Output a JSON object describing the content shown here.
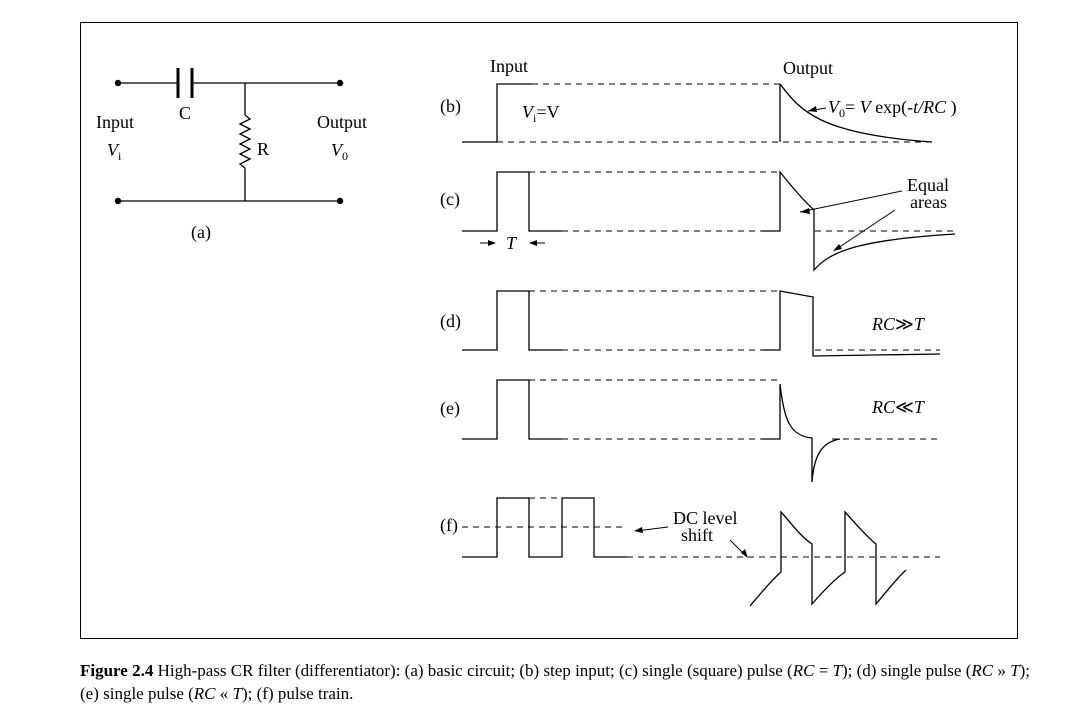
{
  "circuit": {
    "label_c": "C",
    "label_r": "R",
    "input": "Input",
    "input_sym": "V",
    "input_sub": "i",
    "output": "Output",
    "output_sym": "V",
    "output_sub": "0",
    "panel": "(a)"
  },
  "columns": {
    "input": "Input",
    "output": "Output"
  },
  "rows": {
    "b": {
      "label": "(b)",
      "vi_sym": "V",
      "vi_sub": "i",
      "vi_rest": "=V",
      "vo_sym": "V",
      "vo_sub": "0",
      "vo_eq": "= ",
      "vo_v": "V",
      "vo_exp": " exp(-",
      "vo_t": "t/RC",
      "vo_close": " )"
    },
    "c": {
      "label": "(c)",
      "t_label": "T",
      "equal": "Equal",
      "areas": "areas"
    },
    "d": {
      "label": "(d)",
      "note_rc": "RC",
      "note_rel": "≫",
      "note_t": "T"
    },
    "e": {
      "label": "(e)",
      "note_rc": "RC",
      "note_rel": "≪",
      "note_t": "T"
    },
    "f": {
      "label": "(f)",
      "dc1": "DC level",
      "dc2": "shift"
    }
  },
  "caption": {
    "fig_no": "Figure 2.4",
    "text_1": " High-pass CR filter (differentiator): (a) basic circuit; (b) step input; (c) single (square) pulse (",
    "rc_1": "RC",
    "text_2": " = ",
    "t_1": "T",
    "text_3": "); (d) single pulse (",
    "rc_2": "RC",
    "text_4": " » ",
    "t_2": "T",
    "text_5": "); (e) single pulse (",
    "rc_3": "RC",
    "text_6": " « ",
    "t_3": "T",
    "text_7": "); (f) pulse train."
  }
}
